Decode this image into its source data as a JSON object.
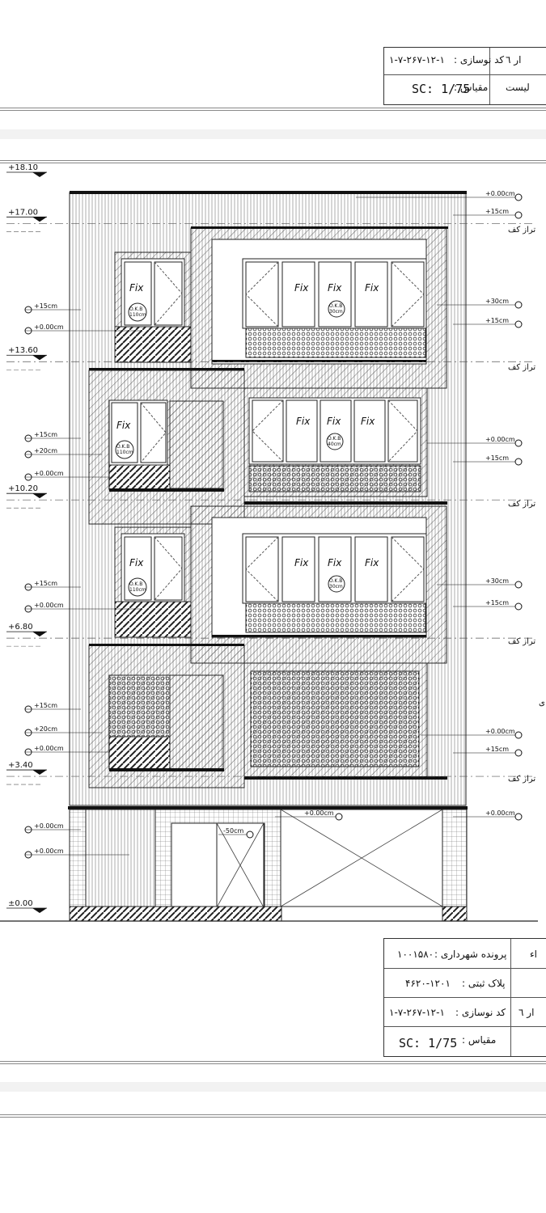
{
  "title_block_top": {
    "code_label": "کد نوسازی :",
    "code_value": "۱-۷-۲۶۷-۱۲-۱",
    "scale_label": "مقیاس :",
    "scale_value": "SC: 1/75",
    "left_frag_1": "ار ٦",
    "left_frag_2": "لیست"
  },
  "title_block_bottom": {
    "file_label": "پرونده شهرداری :",
    "file_value": "۱۰۰۱۵۸۰",
    "plate_label": "پلاک ثبتی :",
    "plate_value": "۴۶۲۰-۱۲۰۱",
    "code_label": "کد نوسازی :",
    "code_value": "۱-۷-۲۶۷-۱۲-۱",
    "scale_label": "مقیاس :",
    "scale_value": "SC: 1/75",
    "right_frag_1": "اء",
    "right_frag_2": "ار ٦"
  },
  "levels": [
    {
      "label": "+18.10",
      "y": 18.1
    },
    {
      "label": "+17.00",
      "y": 17.0
    },
    {
      "label": "+13.60",
      "y": 13.6
    },
    {
      "label": "+10.20",
      "y": 10.2
    },
    {
      "label": "+6.80",
      "y": 6.8
    },
    {
      "label": "+3.40",
      "y": 3.4
    },
    {
      "label": "±0.00",
      "y": 0.0
    }
  ],
  "floor_level_label": "تراز کف",
  "side_char": "ی",
  "window_labels": {
    "fix": "Fix",
    "okb": "O.K.B",
    "h110": "110cm",
    "h30": "30cm",
    "h40": "40cm"
  },
  "dims_left": [
    "+15cm",
    "+0.00cm",
    "+15cm",
    "+20cm",
    "+0.00cm",
    "+15cm",
    "+0.00cm",
    "+15cm",
    "+20cm",
    "+0.00cm",
    "+0.00cm",
    "+0.00cm"
  ],
  "dims_right": [
    "+0.00cm",
    "+15cm",
    "+30cm",
    "+15cm",
    "+0.00cm",
    "+15cm",
    "+30cm",
    "+15cm",
    "+0.00cm",
    "+15cm",
    "+0.00cm"
  ],
  "dims_ground": {
    "center": "+0.00cm",
    "door": "-50cm"
  }
}
